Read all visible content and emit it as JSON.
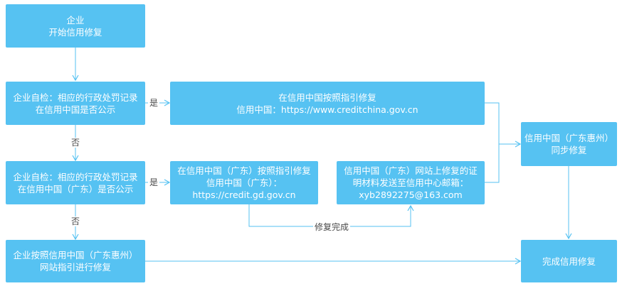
{
  "nodes": {
    "start": {
      "lines": [
        "企业",
        "开始信用修复"
      ]
    },
    "self_check_china": {
      "lines": [
        "企业自检：相应的行政处罚记录",
        "在信用中国是否公示"
      ]
    },
    "self_check_gd": {
      "lines": [
        "企业自检：相应的行政处罚记录",
        "在信用中国（广东）是否公示"
      ]
    },
    "repair_gd_huizhou": {
      "lines": [
        "企业按照信用中国（广东惠州）",
        "网站指引进行修复"
      ]
    },
    "repair_china": {
      "lines": [
        "在信用中国按照指引修复",
        "信用中国：https://www.creditchina.gov.cn"
      ]
    },
    "repair_gd": {
      "lines": [
        "在信用中国（广东）按照指引修复",
        "信用中国（广东）：",
        "https://credit.gd.gov.cn"
      ]
    },
    "send_email": {
      "lines": [
        "信用中国（广东）网站上修复的证",
        "明材料发送至信用中心邮箱：",
        "xyb2892275@163.com"
      ]
    },
    "sync_huizhou": {
      "lines": [
        "信用中国（广东惠州）",
        "同步修复"
      ]
    },
    "complete": {
      "lines": [
        "完成信用修复"
      ]
    }
  },
  "edge_labels": {
    "yes_1": "是",
    "no_1": "否",
    "yes_2": "是",
    "no_2": "否",
    "repair_done": "修复完成"
  },
  "colors": {
    "node_fill": "#56c2f2",
    "node_text": "#ffffff",
    "connector": "#56c2f2",
    "label_text": "#4a4a4a"
  }
}
